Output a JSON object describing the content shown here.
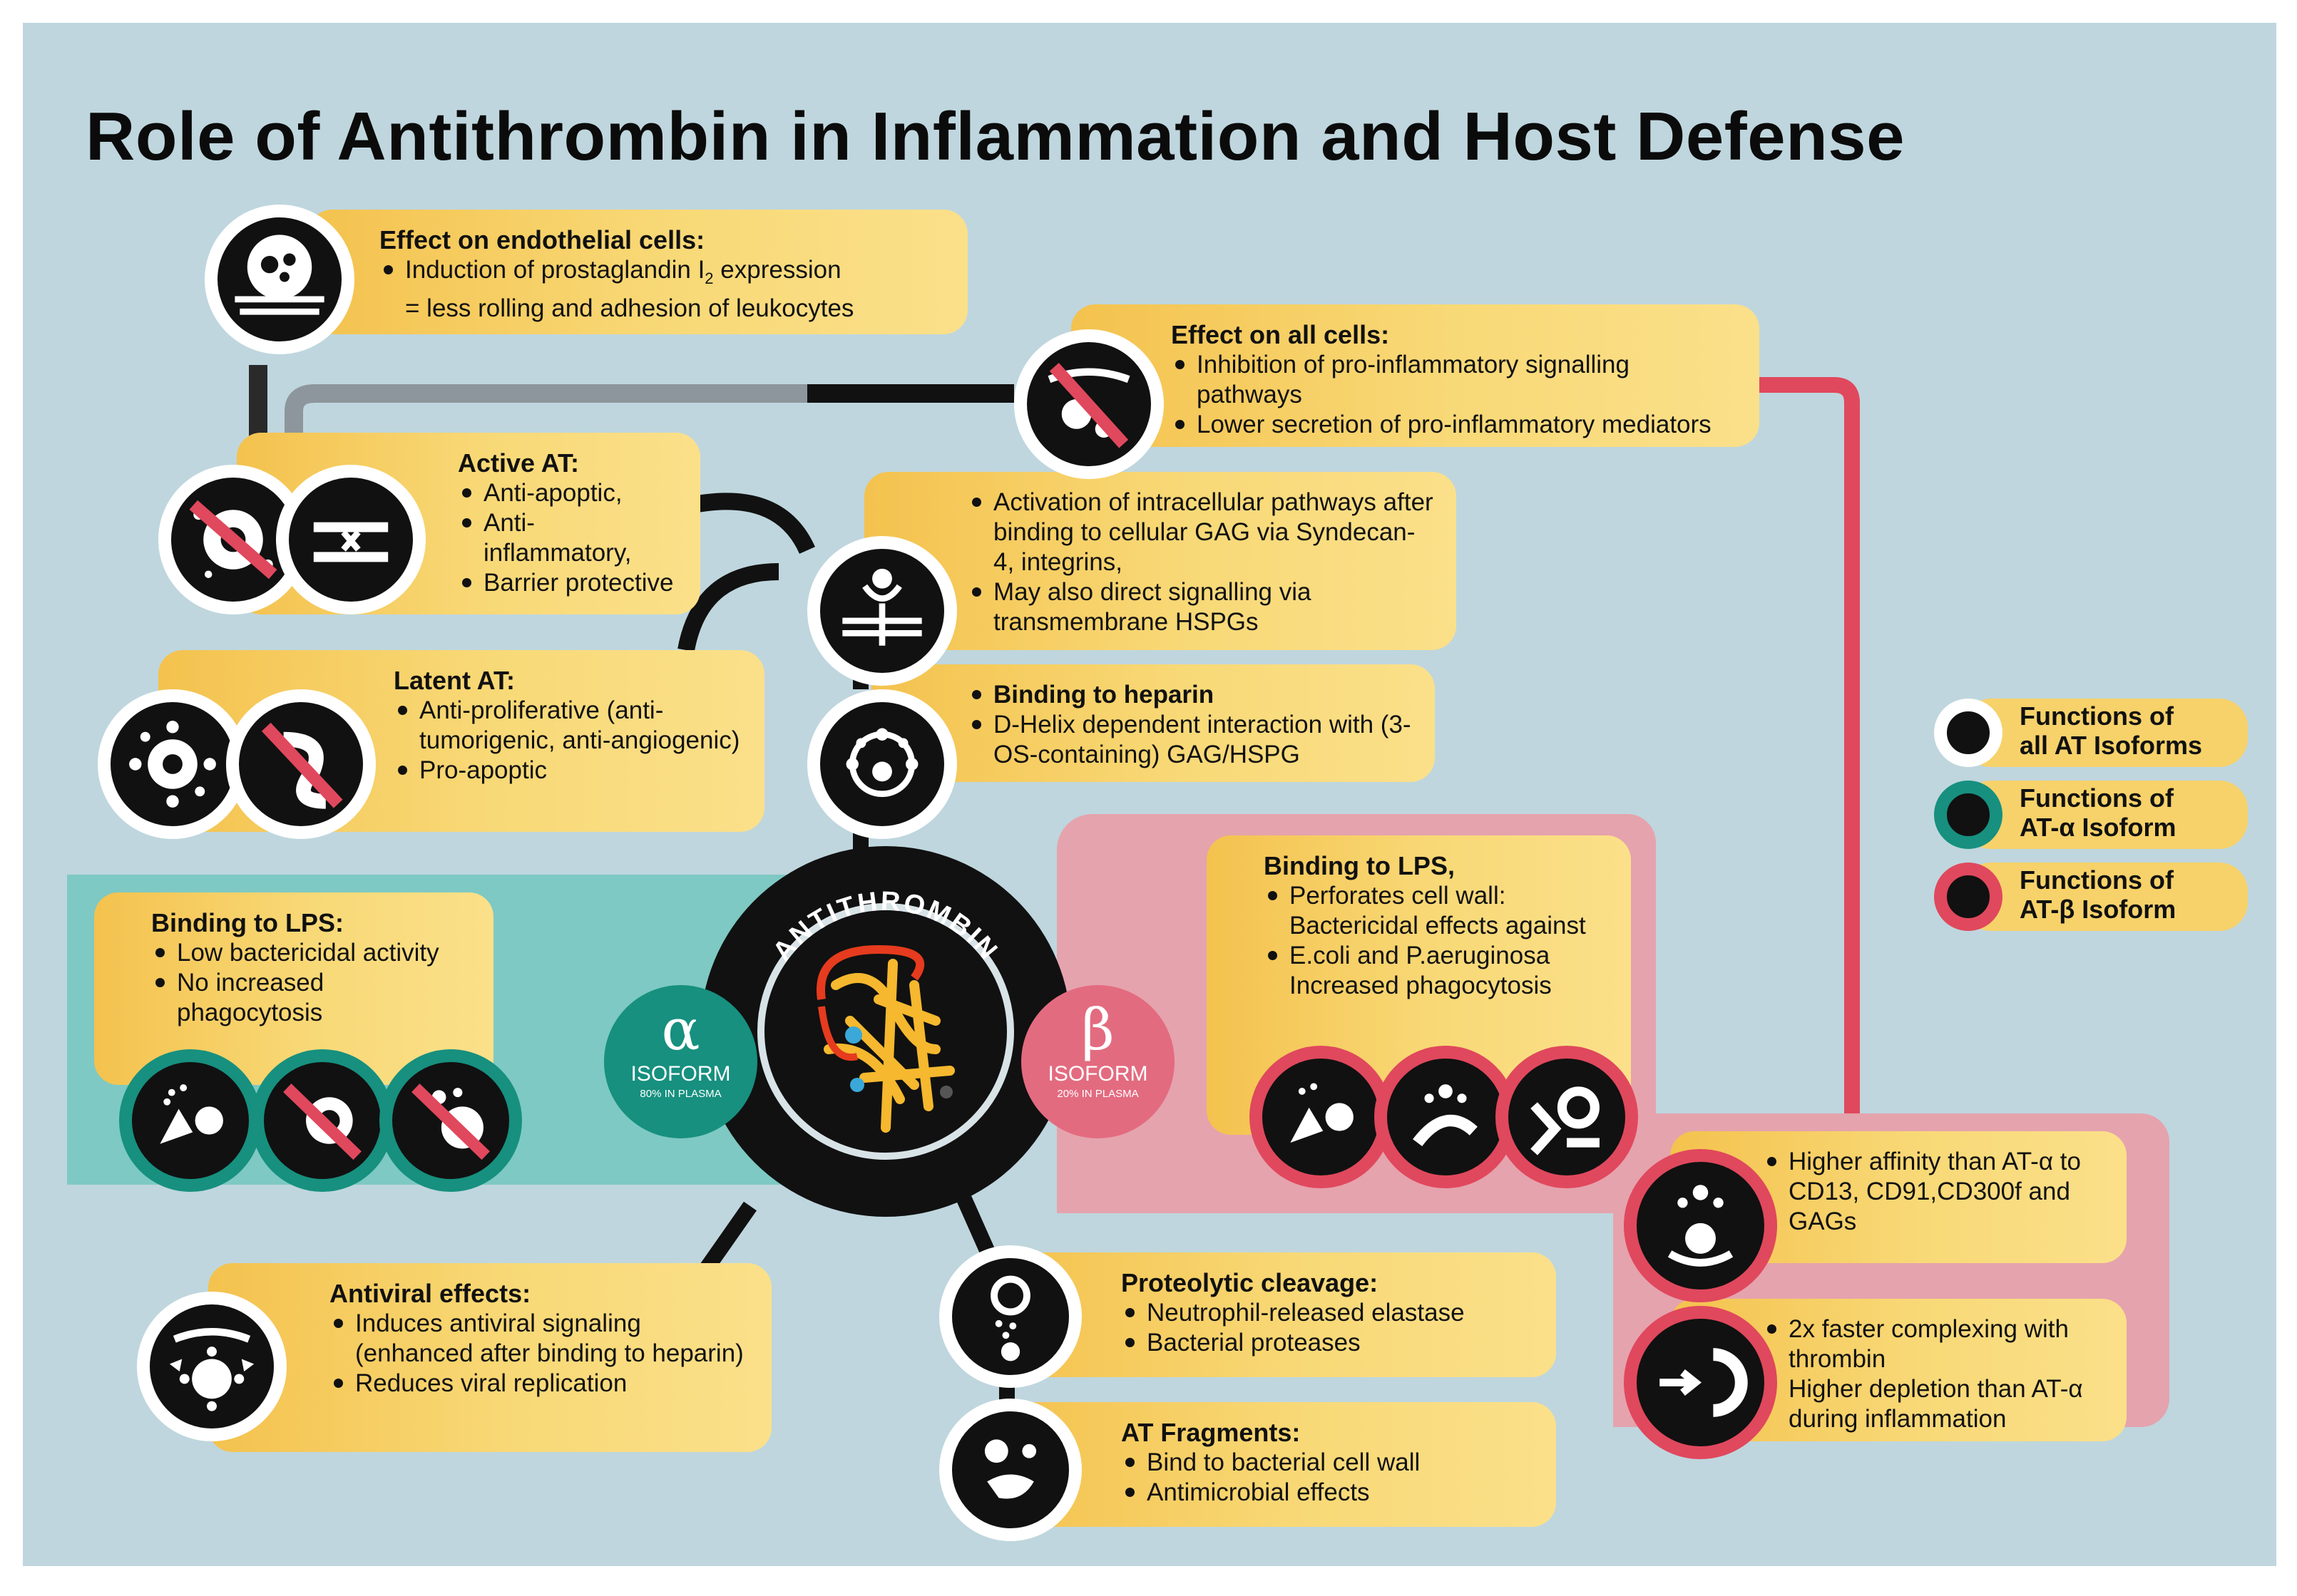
{
  "title": "Role of Antithrombin in Inflammation and Host Defense",
  "colors": {
    "background": "#bfd6de",
    "box_yellow": "#f8d670",
    "alpha_teal": "#17907f",
    "alpha_panel": "#7ec9c3",
    "beta_red": "#e0485d",
    "beta_panel": "#e5a3ad"
  },
  "boxes": {
    "endothelial": {
      "heading": "Effect on endothelial cells:",
      "line1_pre": "Induction of prostaglandin I",
      "line1_sub": "2",
      "line1_post": " expression",
      "line2": "= less rolling and adhesion of leukocytes"
    },
    "all_cells": {
      "heading": "Effect on all cells:",
      "items": [
        "Inhibition of pro-inflammatory signalling pathways",
        "Lower secretion of pro-inflammatory mediators"
      ]
    },
    "active_at": {
      "heading": "Active AT:",
      "items": [
        "Anti-apoptic,",
        "Anti-inflammatory,",
        "Barrier protective"
      ]
    },
    "intracellular": {
      "items": [
        "Activation of intracellular pathways after binding to cellular GAG via Syndecan-4, integrins,",
        "May also direct signalling via transmembrane HSPGs"
      ]
    },
    "latent_at": {
      "heading": "Latent AT:",
      "items": [
        "Anti-proliferative (anti-tumorigenic, anti-angiogenic)",
        "Pro-apoptic"
      ]
    },
    "heparin": {
      "items": [
        "Binding to heparin",
        "D-Helix dependent interaction with (3-OS-containing) GAG/HSPG"
      ]
    },
    "lps_alpha": {
      "heading": "Binding to LPS:",
      "items": [
        "Low bactericidal activity",
        "No increased phagocytosis"
      ]
    },
    "lps_beta": {
      "heading": "Binding to LPS,",
      "items": [
        "Perforates cell wall: Bactericidal effects against",
        "E.coli and P.aeruginosa Increased phagocytosis"
      ]
    },
    "affinity": {
      "items": [
        "Higher affinity than AT-α to CD13, CD91,CD300f and GAGs"
      ]
    },
    "thrombin": {
      "items": [
        "2x faster complexing with thrombin",
        "Higher depletion than AT-α during inflammation"
      ]
    },
    "antiviral": {
      "heading": "Antiviral effects:",
      "items": [
        "Induces antiviral signaling (enhanced after binding to heparin)",
        "Reduces viral replication"
      ]
    },
    "proteolytic": {
      "heading": "Proteolytic cleavage:",
      "items": [
        "Neutrophil-released elastase",
        "Bacterial proteases"
      ]
    },
    "fragments": {
      "heading": "AT Fragments:",
      "items": [
        "Bind to bacterial cell wall",
        "Antimicrobial effects"
      ]
    }
  },
  "center": {
    "ring_label": "ANTITHROMBIN",
    "alpha": {
      "symbol": "α",
      "label": "ISOFORM",
      "sub": "80% IN PLASMA"
    },
    "beta": {
      "symbol": "β",
      "label": "ISOFORM",
      "sub": "20% IN PLASMA"
    }
  },
  "legend": [
    {
      "line1": "Functions of",
      "line2": "all AT Isoforms",
      "ring_color": "#ffffff"
    },
    {
      "line1": "Functions of",
      "line2": "AT-α Isoform",
      "ring_color": "#17907f"
    },
    {
      "line1": "Functions of",
      "line2": "AT-β Isoform",
      "ring_color": "#e0485d"
    }
  ],
  "icons": [
    "endothelial-cell-icon",
    "cell-signalling-blocked-icon",
    "apoptosis-blocked-icon",
    "barrier-junction-icon",
    "receptor-signalling-icon",
    "tumor-cell-icon",
    "angiogenesis-blocked-icon",
    "heparin-binding-icon",
    "bacteria-phagocyte-icon",
    "bacteria-blocked-icon",
    "phagocytosis-blocked-icon",
    "bacterial-lysis-icon",
    "macrophage-icon",
    "receptor-affinity-icon",
    "thrombin-complex-icon",
    "virus-icon",
    "neutrophil-icon",
    "fragment-icon",
    "antithrombin-structure-icon"
  ]
}
